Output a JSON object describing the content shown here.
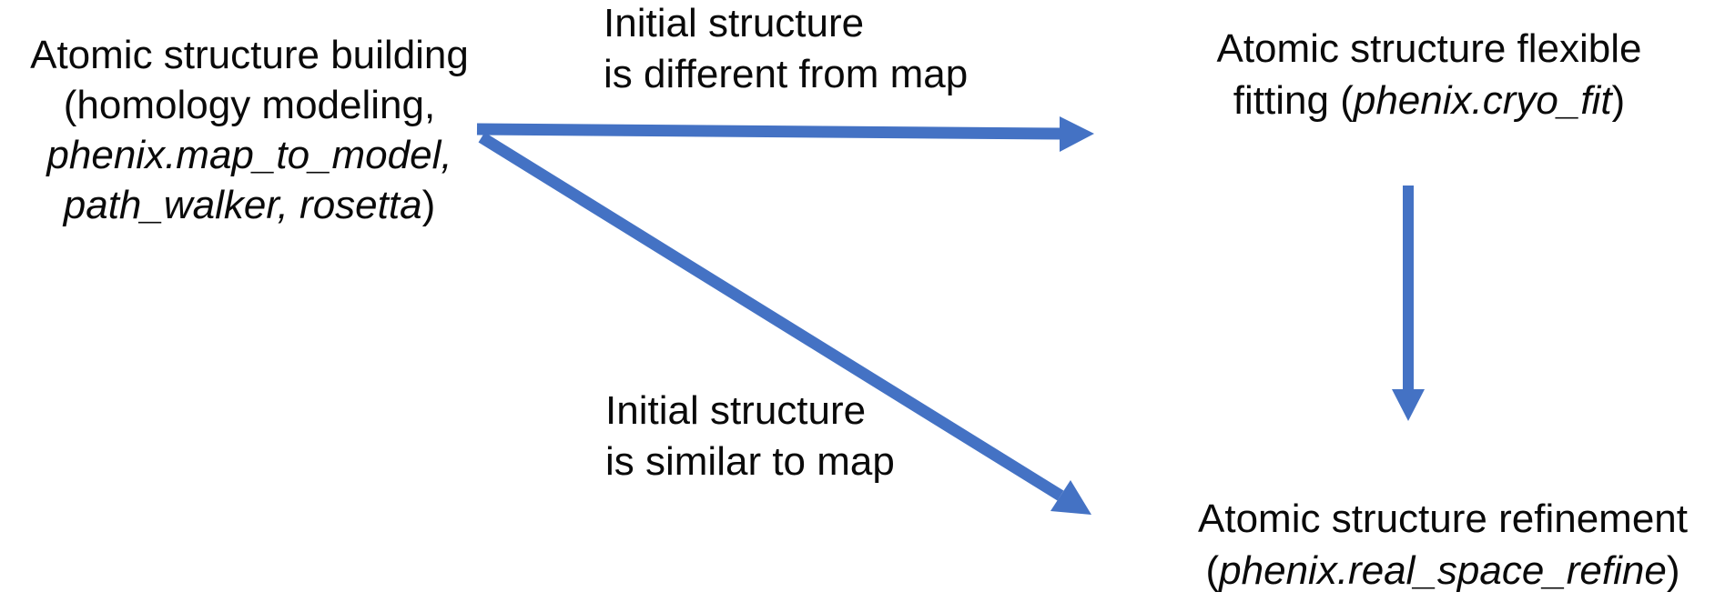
{
  "colors": {
    "accent": "#4472C4",
    "text": "#0a0a0a",
    "background": "#ffffff"
  },
  "nodes": {
    "building": {
      "line1": "Atomic structure building",
      "line2": "(homology modeling,",
      "line3_italic": "phenix.map_to_model,",
      "line4_italic": "path_walker, rosetta",
      "line4_close": ")"
    },
    "flexible_fitting": {
      "line1": "Atomic structure flexible",
      "line2_pre": "fitting (",
      "line2_italic": "phenix.cryo_fit",
      "line2_post": ")"
    },
    "refinement": {
      "line1": "Atomic structure refinement",
      "line2_pre": "(",
      "line2_italic": "phenix.real_space_refine",
      "line2_post": ")"
    }
  },
  "edge_labels": {
    "different": {
      "line1": "Initial structure",
      "line2": "is different from map"
    },
    "similar": {
      "line1": "Initial structure",
      "line2": "is similar to map"
    }
  },
  "edges": [
    {
      "from": "Atomic structure building",
      "to": "Atomic structure flexible fitting",
      "condition": "Initial structure is different from map",
      "direction": "right"
    },
    {
      "from": "Atomic structure building",
      "to": "Atomic structure refinement",
      "condition": "Initial structure is similar to map",
      "direction": "down-right"
    },
    {
      "from": "Atomic structure flexible fitting",
      "to": "Atomic structure refinement",
      "condition": "",
      "direction": "down"
    }
  ]
}
